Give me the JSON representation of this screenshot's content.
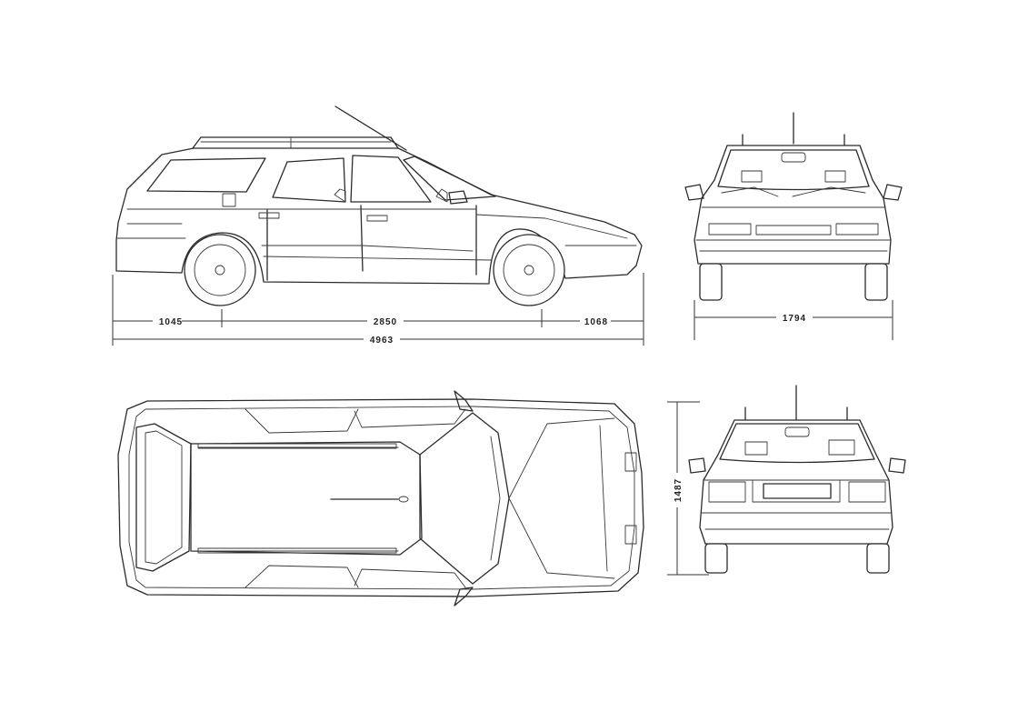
{
  "dimensions": {
    "front_overhang": "1045",
    "wheelbase": "2850",
    "rear_overhang": "1068",
    "overall_length": "4963",
    "overall_width": "1794",
    "overall_height": "1487"
  }
}
